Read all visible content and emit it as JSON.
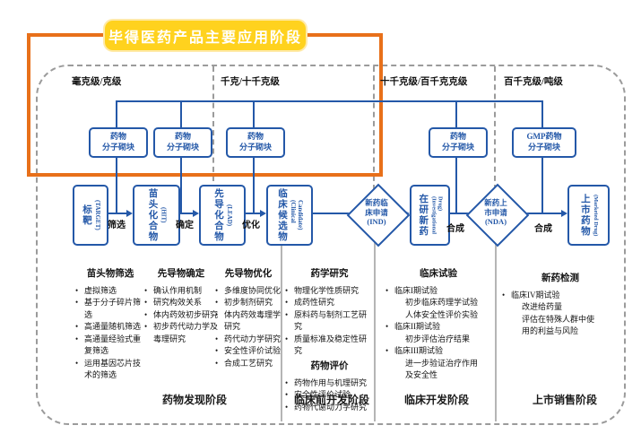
{
  "colors": {
    "accent_blue": "#2458a8",
    "orange": "#e8701a",
    "yellow": "#ffd21e",
    "dash_gray": "#9b9b9b"
  },
  "title": "毕得医药产品主要应用阶段",
  "scale_zones": {
    "zone1": "毫克级/克级",
    "zone2": "千克/十千克级",
    "zone3": "十千克级/百千克克级",
    "zone4": "百千克级/吨级"
  },
  "building_blocks": {
    "b1": "药物\n分子砌块",
    "b2": "药物\n分子砌块",
    "b3": "药物\n分子砌块",
    "b4": "药物\n分子砌块",
    "b5": "GMP药物\n分子砌块"
  },
  "pipeline": {
    "target": {
      "zh": "标靶",
      "en": "(TARGET)"
    },
    "hit": {
      "zh": "苗头化合物",
      "en": "(HIT)"
    },
    "lead": {
      "zh": "先导化合物",
      "en": "(LEAD)"
    },
    "candidate": {
      "zh": "临床候选物",
      "en": "(Clinical\nCandidate)"
    },
    "ind": {
      "text": "新药临\n床申请\n(IND)"
    },
    "inv": {
      "zh": "在研新药",
      "en": "(Investigational\nDrug)"
    },
    "nda": {
      "text": "新药上\n市申请\n(NDA)"
    },
    "marketed": {
      "zh": "上市药物",
      "en": "(Marketed Drug)"
    },
    "labels": {
      "screen": "筛选",
      "confirm": "确定",
      "optimize": "优化",
      "synth1": "合成",
      "synth2": "合成"
    }
  },
  "columns": {
    "hit_screening": {
      "header": "苗头物筛选",
      "items": [
        "虚拟筛选",
        "基于分子碎片筛选",
        "高通量随机筛选",
        "高通量经验式重复筛选",
        "运用基因芯片技术的筛选"
      ]
    },
    "lead_confirm": {
      "header": "先导物确定",
      "items": [
        "确认作用机制",
        "研究构效关系",
        "体内药效初步研究",
        "初步药代动力学及毒理研究"
      ]
    },
    "lead_opt": {
      "header": "先导物优化",
      "items": [
        "多维度协同优化",
        "初步制剂研究",
        "体内药效毒理学研究",
        "药代动力学研究",
        "安全性评价试验",
        "合成工艺研究"
      ]
    },
    "pharma_research": {
      "header": "药学研究",
      "items": [
        "物理化学性质研究",
        "成药性研究",
        "原料药与制剂工艺研究",
        "质量标准及稳定性研究"
      ]
    },
    "drug_eval": {
      "header": "药物评价",
      "items": [
        "药物作用与机理研究",
        "安全性评价试验",
        "药物代谢动力学研究"
      ]
    },
    "clinical_trials": {
      "header": "临床试验",
      "items": [
        "临床I期试验",
        "初步临床药理学试验",
        "人体安全性评价实验",
        "临床II期试验",
        "初步评估治疗结果",
        "临床III期试验",
        "进一步验证治疗作用",
        "及安全性"
      ]
    },
    "new_drug_testing": {
      "header": "新药检测",
      "items": [
        "临床IV期试验",
        "改进给药量",
        "评估在特殊人群中使",
        "用的利益与风险"
      ]
    }
  },
  "stages": {
    "s1": "药物发现阶段",
    "s2": "临床前开发阶段",
    "s3": "临床开发阶段",
    "s4": "上市销售阶段"
  }
}
